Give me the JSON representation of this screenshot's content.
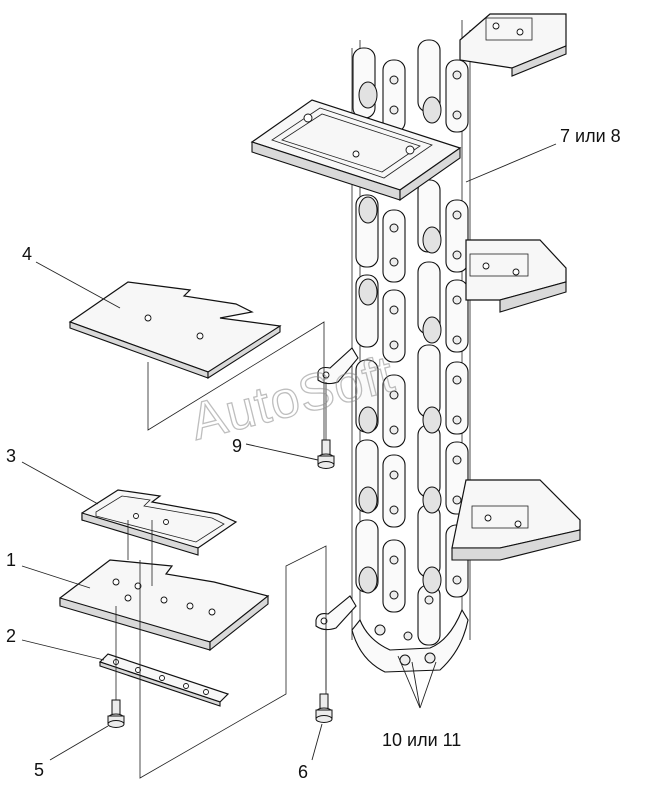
{
  "watermark": "AutoSoft",
  "callouts": {
    "c1": "1",
    "c2": "2",
    "c3": "3",
    "c4": "4",
    "c5": "5",
    "c6": "6",
    "c9": "9",
    "c7_8": "7 или 8",
    "c10_11": "10 или 11"
  }
}
